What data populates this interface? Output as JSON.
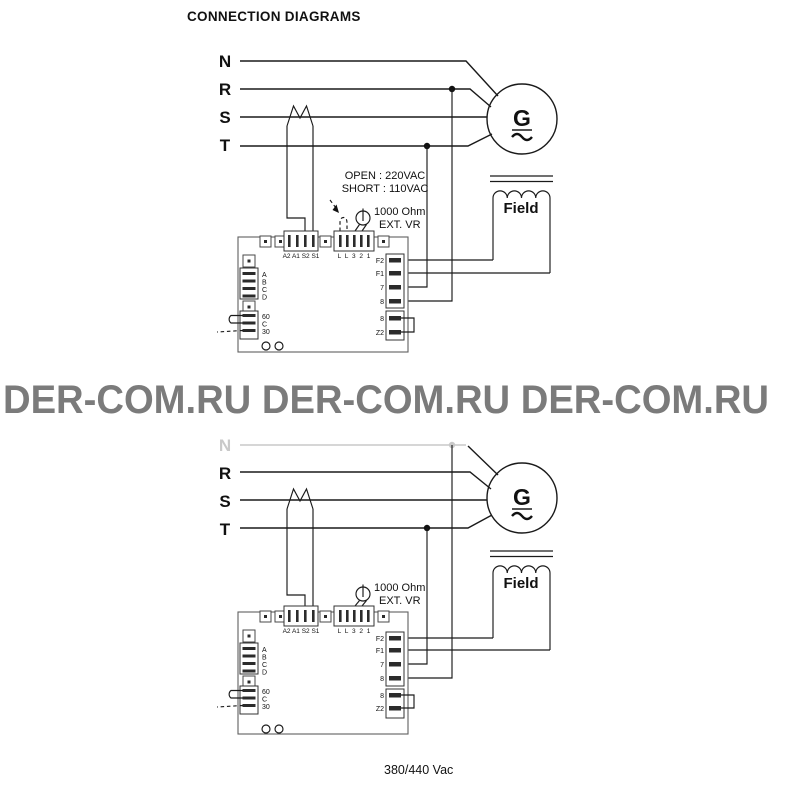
{
  "title": "CONNECTION DIAGRAMS",
  "caption": "380/440 Vac",
  "watermark": "DER-COM.RU DER-COM.RU DER-COM.RU",
  "colors": {
    "ink": "#1a1a1a",
    "dimmed": "#c9c9c9",
    "watermark": "#7b7b7b"
  },
  "generator_waveform": "~",
  "top": {
    "phases": [
      "N",
      "R",
      "S",
      "T"
    ],
    "gen": "G",
    "field": "Field",
    "notes": {
      "open": "OPEN : 220VAC",
      "short": "SHORT : 110VAC",
      "ohm": "1000 Ohm",
      "ext": "EXT. VR"
    },
    "blocks": {
      "sense": "A2 A1 S2 S1",
      "aux": "L L 3 2 1"
    },
    "right": {
      "f2": "F2",
      "f1": "F1",
      "t7": "7",
      "t8": "8",
      "b8": "8",
      "z2": "Z2"
    },
    "left": {
      "a": "A",
      "b": "B",
      "c": "C",
      "d": "D",
      "p60": "60",
      "pc": "C",
      "p30": "30"
    }
  },
  "bottom": {
    "phases": [
      "N",
      "R",
      "S",
      "T"
    ],
    "gen": "G",
    "field": "Field",
    "notes": {
      "ohm": "1000 Ohm",
      "ext": "EXT. VR"
    },
    "blocks": {
      "sense": "A2 A1 S2 S1",
      "aux": "L L 3 2 1"
    },
    "right": {
      "f2": "F2",
      "f1": "F1",
      "t7": "7",
      "t8": "8",
      "b8": "8",
      "z2": "Z2"
    },
    "left": {
      "a": "A",
      "b": "B",
      "c": "C",
      "d": "D",
      "p60": "60",
      "pc": "C",
      "p30": "30"
    }
  }
}
